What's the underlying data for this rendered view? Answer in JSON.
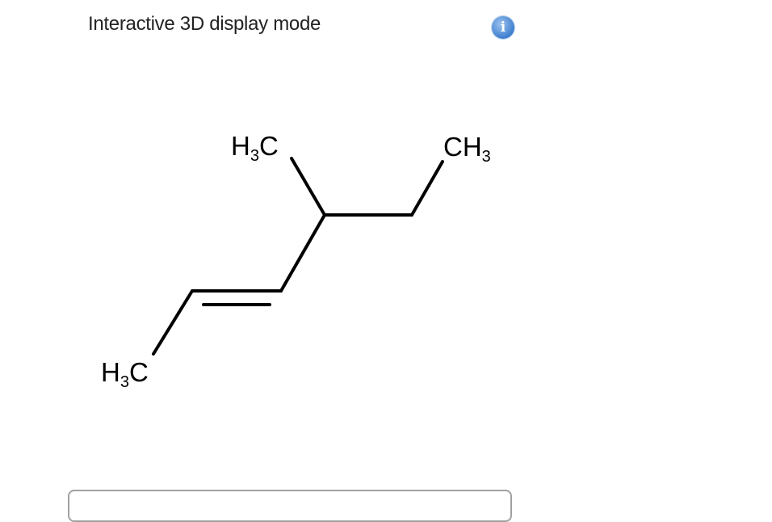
{
  "header": {
    "title": "Interactive 3D display mode",
    "info_icon": "info-icon",
    "info_glyph": "i"
  },
  "molecule": {
    "labels": [
      {
        "main1": "H",
        "sub": "3",
        "main2": "C"
      },
      {
        "main1": "CH",
        "sub": "3",
        "main2": ""
      },
      {
        "main1": "H",
        "sub": "3",
        "main2": "C"
      }
    ]
  }
}
